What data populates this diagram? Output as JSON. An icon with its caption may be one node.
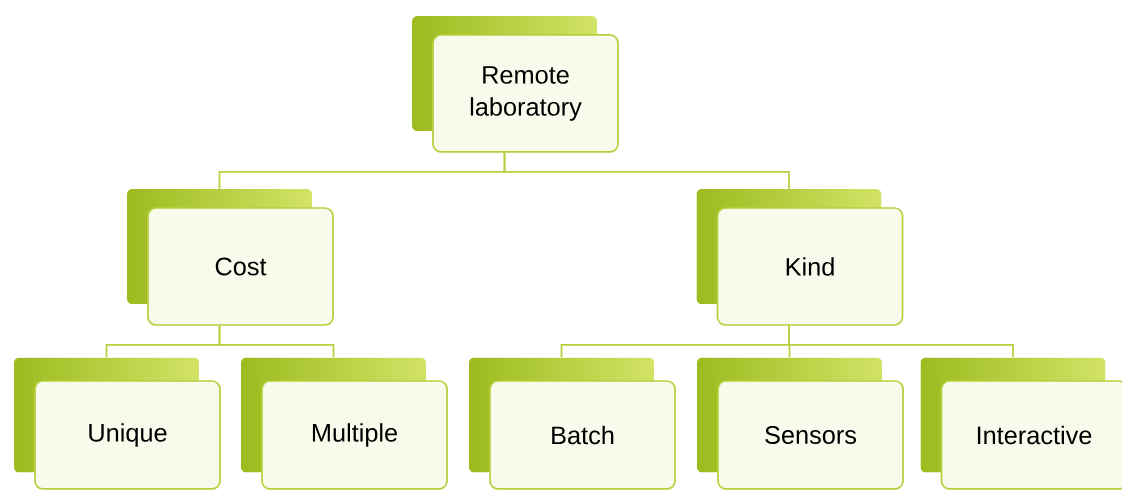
{
  "diagram": {
    "nodes": [
      {
        "text": [
          "Remote laboratory"
        ]
      },
      {
        "text": [
          "Cost"
        ]
      },
      {
        "text": [
          "Kind"
        ]
      },
      {
        "text": [
          "Unique"
        ]
      },
      {
        "text": [
          "Multiple"
        ]
      },
      {
        "text": [
          "Batch"
        ]
      },
      {
        "text": [
          "Sensors"
        ]
      },
      {
        "text": [
          "Interactive"
        ]
      }
    ],
    "edges": [
      {
        "from": 0,
        "to": 1,
        "arrow": "none"
      },
      {
        "from": 0,
        "to": 2,
        "arrow": "none"
      },
      {
        "from": 1,
        "to": 3,
        "arrow": "none"
      },
      {
        "from": 1,
        "to": 4,
        "arrow": "none"
      },
      {
        "from": 2,
        "to": 5,
        "arrow": "none"
      },
      {
        "from": 2,
        "to": 6,
        "arrow": "none"
      },
      {
        "from": 2,
        "to": 7,
        "arrow": "none"
      }
    ]
  }
}
